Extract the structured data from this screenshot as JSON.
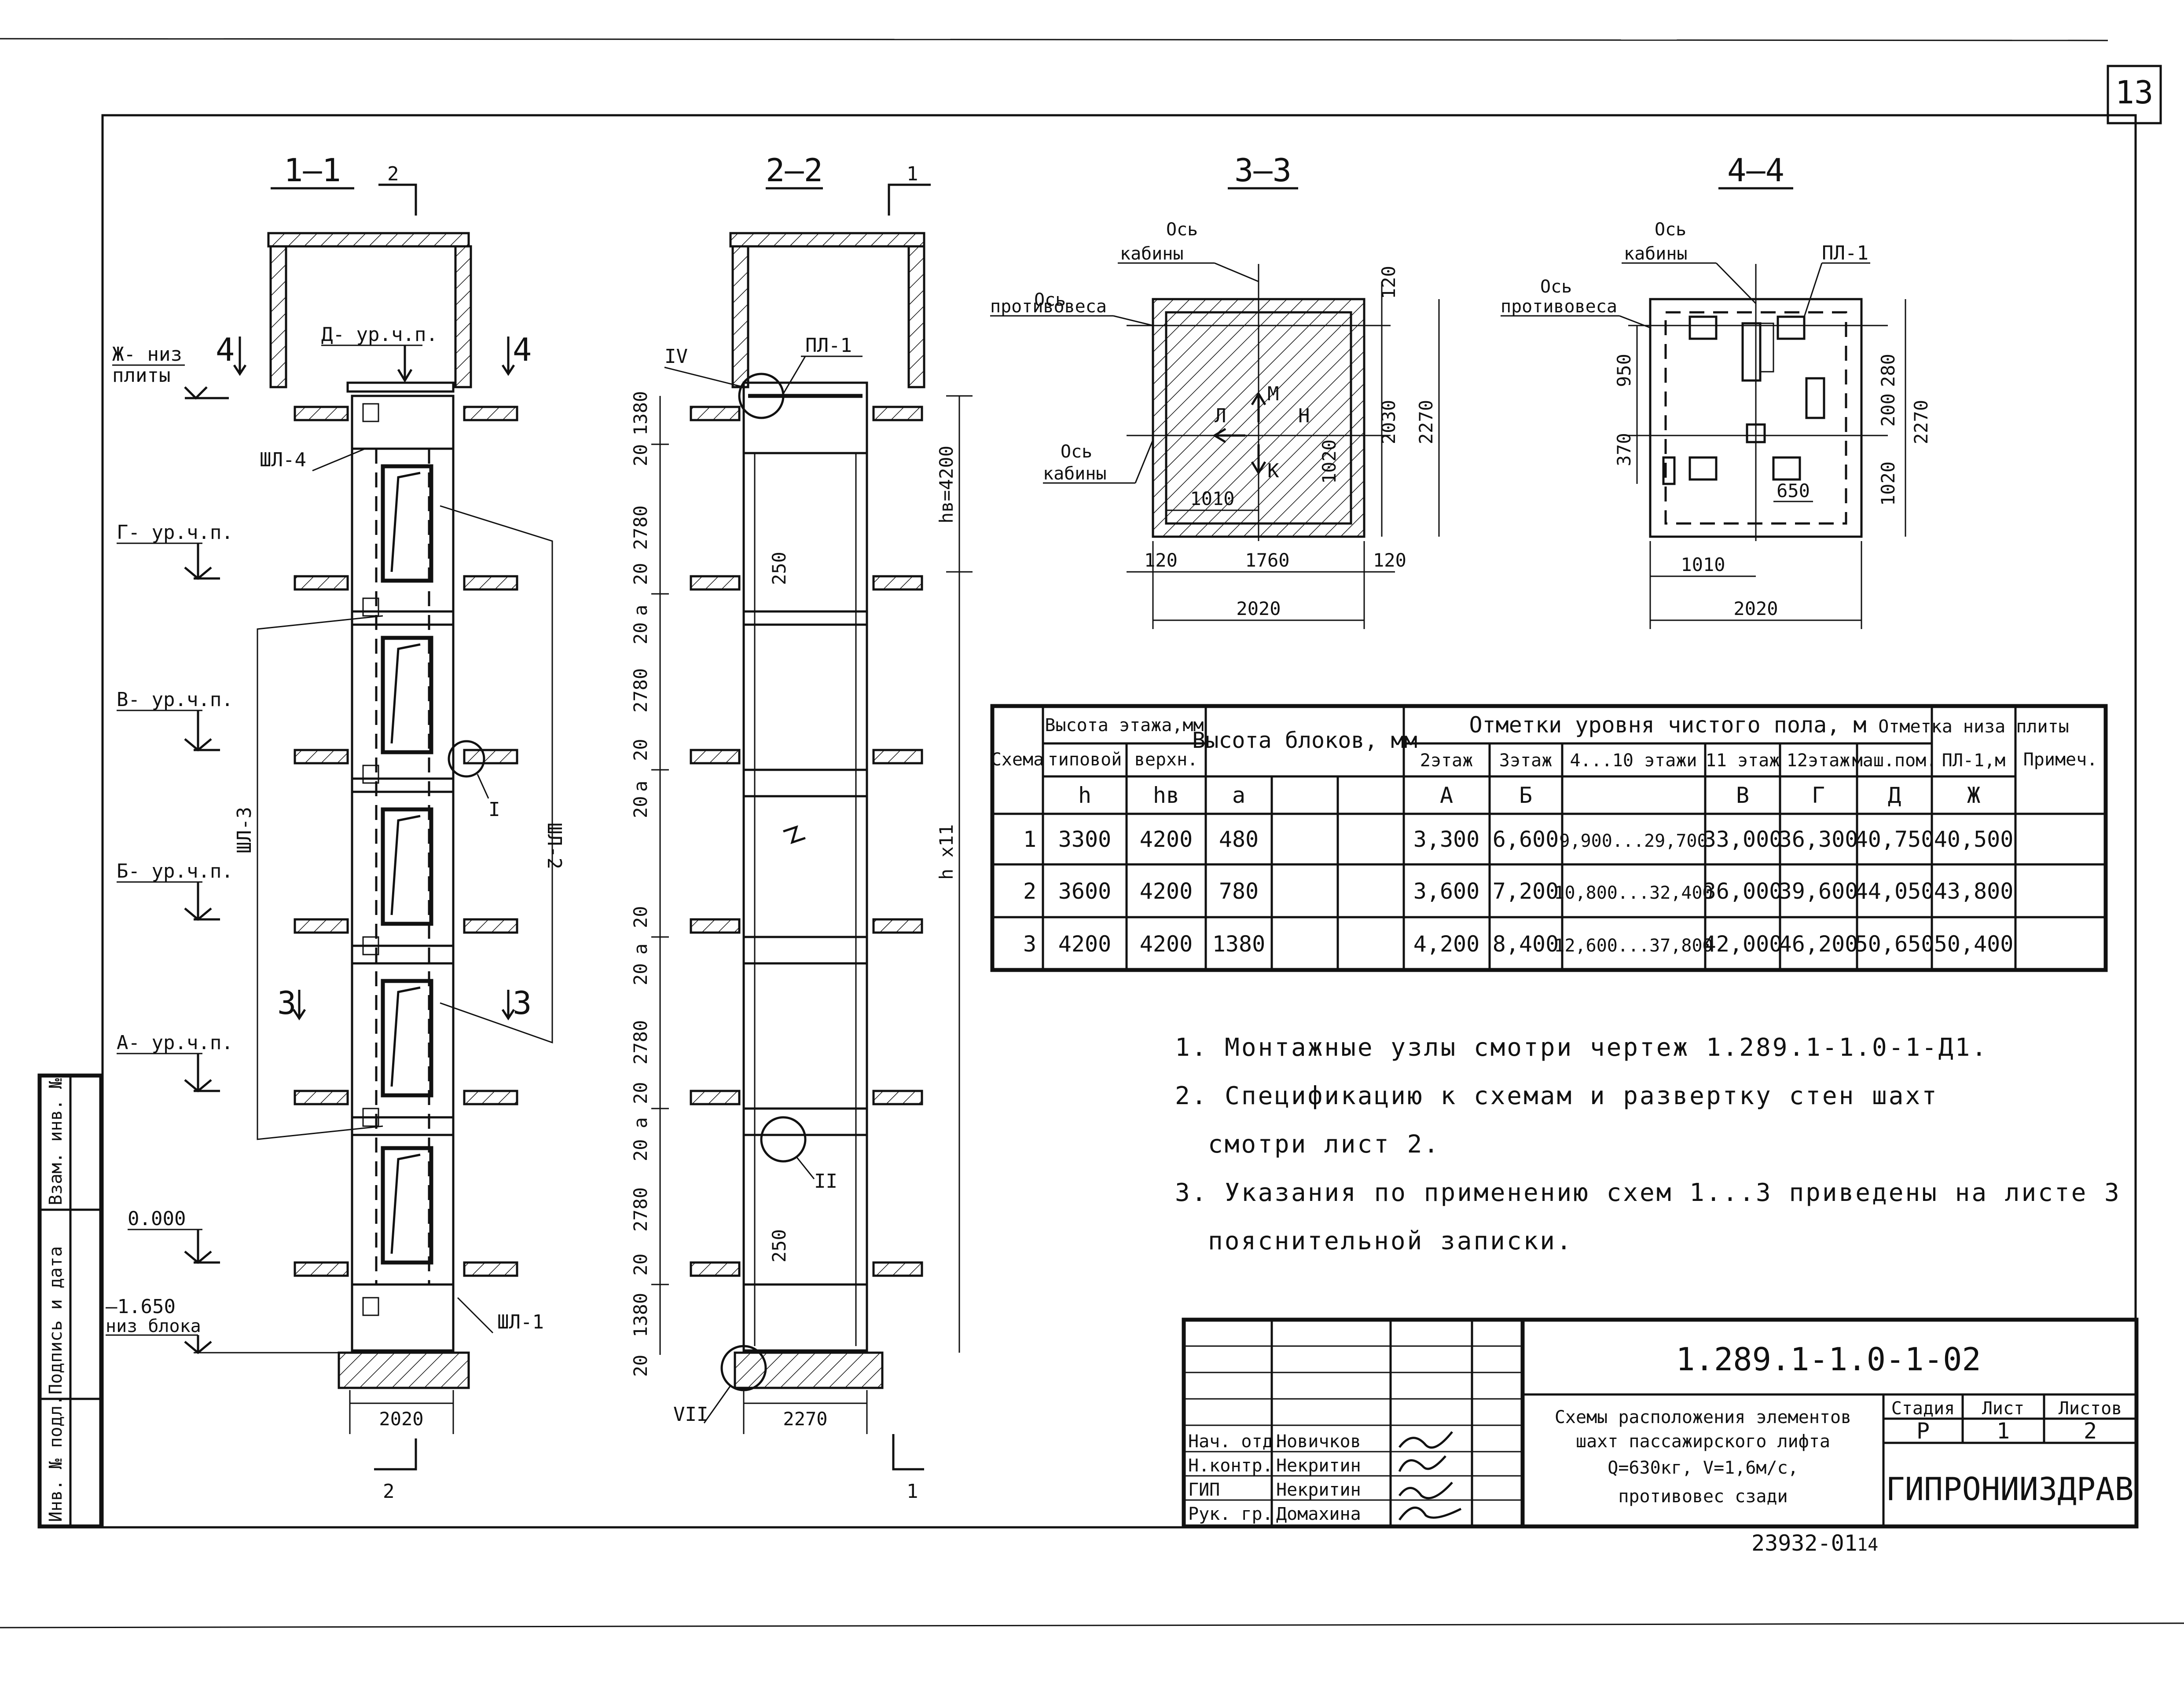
{
  "sheet_number": "13",
  "sections": {
    "s11": "1–1",
    "s22": "2–2",
    "s33": "3–3",
    "s44": "4–4",
    "cut2": "2",
    "cut1": "1",
    "cut4": "4",
    "cut3": "3"
  },
  "levels": {
    "zh": "Ж- низ",
    "zh2": "плиты",
    "d": "Д- ур.ч.п.",
    "g": "Г- ур.ч.п.",
    "v": "В- ур.ч.п.",
    "b": "Б- ур.ч.п.",
    "a": "А- ур.ч.п.",
    "zero": "0.000",
    "minus": "–1.650",
    "minus2": "низ блока"
  },
  "elements": {
    "shl4": "ШЛ-4",
    "shl3": "ШЛ-3",
    "shl2": "ШЛ-2",
    "shl1": "ШЛ-1",
    "pl1": "ПЛ-1",
    "n1": "I",
    "n2": "II",
    "n4": "IV",
    "n7": "VII"
  },
  "dims": {
    "d2020": "2020",
    "d2270": "2270",
    "d1380": "1380",
    "d20": "20",
    "d2780": "2780",
    "da": "a",
    "d250": "250",
    "hb": "hв=4200",
    "hx11": "h x11",
    "d120": "120",
    "d1760": "1760",
    "d1010": "1010",
    "d1020": "1020",
    "d2030": "2030",
    "d950": "950",
    "d370": "370",
    "d650": "650",
    "d280": "280",
    "d200": "200"
  },
  "plan": {
    "os_kab": "Ось",
    "kab": "кабины",
    "os_prot": "Ось",
    "prot": "противовеса",
    "m": "М",
    "l": "Л",
    "n": "Н",
    "k": "К"
  },
  "table": {
    "h_schema": "Схема",
    "h_floor": "Высота этажа,мм",
    "h_typ": "типовой",
    "h_top": "верхн.",
    "h_blocks": "Высота блоков, мм",
    "h_marks": "Отметки уровня чистого пола, м",
    "h_f2": "2этаж",
    "h_f3": "3этаж",
    "h_f4": "4...10 этажи",
    "h_f11": "11 этаж",
    "h_f12": "12этаж",
    "h_mash": "маш.пом.",
    "h_plate": "Отметка низа плиты",
    "h_pl1": "ПЛ-1,м",
    "h_note": "Примеч.",
    "s_h": "h",
    "s_hb": "hв",
    "s_a": "a",
    "s_A": "А",
    "s_B": "Б",
    "s_V": "В",
    "s_G": "Г",
    "s_D": "Д",
    "s_Zh": "Ж",
    "rows": [
      [
        "1",
        "3300",
        "4200",
        "480",
        "3,300",
        "6,600",
        "9,900...29,700",
        "33,000",
        "36,300",
        "40,750",
        "40,500"
      ],
      [
        "2",
        "3600",
        "4200",
        "780",
        "3,600",
        "7,200",
        "10,800...32,400",
        "36,000",
        "39,600",
        "44,050",
        "43,800"
      ],
      [
        "3",
        "4200",
        "4200",
        "1380",
        "4,200",
        "8,400",
        "12,600...37,800",
        "42,000",
        "46,200",
        "50,650",
        "50,400"
      ]
    ]
  },
  "notes": {
    "n1": "1. Монтажные узлы смотри чертеж 1.289.1-1.0-1-Д1.",
    "n2a": "2. Спецификацию к схемам и развертку стен шахт",
    "n2b": "смотри лист 2.",
    "n3a": "3. Указания по применению схем 1...3 приведены на листе 3",
    "n3b": "пояснительной записки."
  },
  "title_block": {
    "code": "1.289.1-1.0-1-02",
    "t1": "Схемы расположения элементов",
    "t2": "шахт пассажирского лифта",
    "t3": "Q=630кг, V=1,6м/с,",
    "t4": "противовес сзади",
    "stage_h": "Стадия",
    "sheet_h": "Лист",
    "sheets_h": "Листов",
    "stage": "Р",
    "sheet": "1",
    "sheets": "2",
    "org": "ГИПРОНИИЗДРАВ",
    "r1_role": "Нач. отд.",
    "r1_name": "Новичков",
    "r2_role": "Н.контр.",
    "r2_name": "Некритин",
    "r3_role": "ГИП",
    "r3_name": "Некритин",
    "r4_role": "Рук. гр.",
    "r4_name": "Домахина"
  },
  "side_stamp": {
    "a": "Инв. № подл.",
    "b": "Подпись и дата",
    "c": "Взам. инв. №"
  },
  "archive_no": "23932-01",
  "archive_page": "14"
}
